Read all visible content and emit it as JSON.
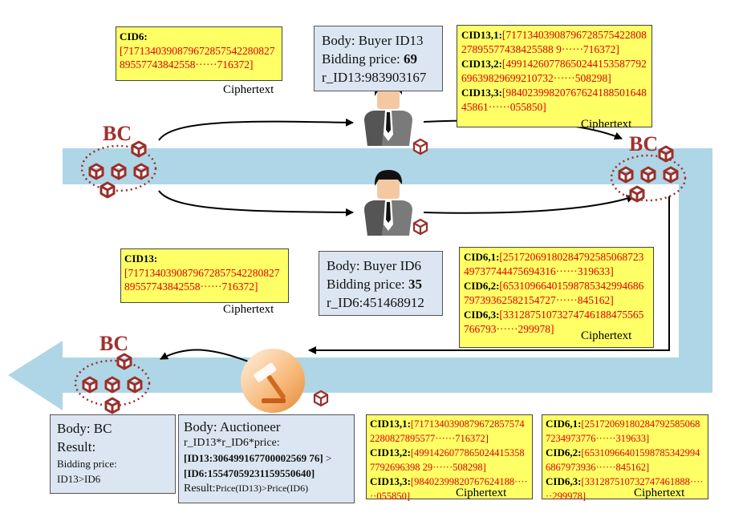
{
  "bc_label": "BC",
  "ciphertext_label": "Ciphertext",
  "ct_id6_top": {
    "name": "CID6:",
    "hex1": "[717134039087967285754228082789557743842558······716372]"
  },
  "ct_id13_mid": {
    "name": "CID13:",
    "hex1": "[717134039087967285754228082789557743842558······716372]"
  },
  "buyer13": {
    "body": "Body:  Buyer ID13",
    "bid_label": "Bidding price:",
    "bid_value": "69",
    "r": "r_ID13:983903167"
  },
  "buyer6": {
    "body": "Body:  Buyer ID6",
    "bid_label": "Bidding price:",
    "bid_value": "35",
    "r": "r_ID6:451468912"
  },
  "ct13_right": [
    {
      "name": "CID13,1:",
      "hex": "[7171340390879672857542280827895577438425588 9······716372]"
    },
    {
      "name": "CID13,2:",
      "hex": "[4991426077865024415358779269639829699210732······508298]"
    },
    {
      "name": "CID13,3:",
      "hex": "[9840239982076762418850164845861······055850]"
    }
  ],
  "ct6_right": [
    {
      "name": "CID6,1:",
      "hex": "[2517206918028479258506872349737744475694316······319633]"
    },
    {
      "name": "CID6,2:",
      "hex": "[6531096640159878534299468679739362582154727······845162]"
    },
    {
      "name": "CID6,3:",
      "hex": "[33128751073274746188475565766793······299978]"
    }
  ],
  "ct13_bottom": [
    {
      "name": "CID13,1:",
      "hex": "[71713403908796728575742280827895577······716372]"
    },
    {
      "name": "CID13,2:",
      "hex": "[49914260778650244153587792696398 29······508298]"
    },
    {
      "name": "CID13,3:",
      "hex": "[98402399820767624188······055850]"
    }
  ],
  "ct6_bottom": [
    {
      "name": "CID6,1:",
      "hex": "[251720691802847925850687234973776······319633]"
    },
    {
      "name": "CID6,2:",
      "hex": "[653109664015987853429946867973936······845162]"
    },
    {
      "name": "CID6,3:",
      "hex": "[331287510732747461888······299978]"
    }
  ],
  "bc_result": {
    "body": "Body:  BC",
    "result": "Result:",
    "bid_label": "Bidding price:",
    "compare": "ID13>ID6"
  },
  "auctioneer": {
    "body": "Body:   Auctioneer",
    "formula": "r_ID13*r_ID6*price:",
    "id13": "[ID13:306499167700002569 76]",
    "gt": ">",
    "id6": "[ID6:15547059231159550640]",
    "result_label": "Result:",
    "result_value": "Price(ID13)>Price(ID6)"
  },
  "colors": {
    "flow_band": "#aed6e6",
    "yellow_note": "#ffff66",
    "blue_box": "#dce6f2",
    "cube": "#9a2f2b",
    "hex_text": "#e00000"
  }
}
